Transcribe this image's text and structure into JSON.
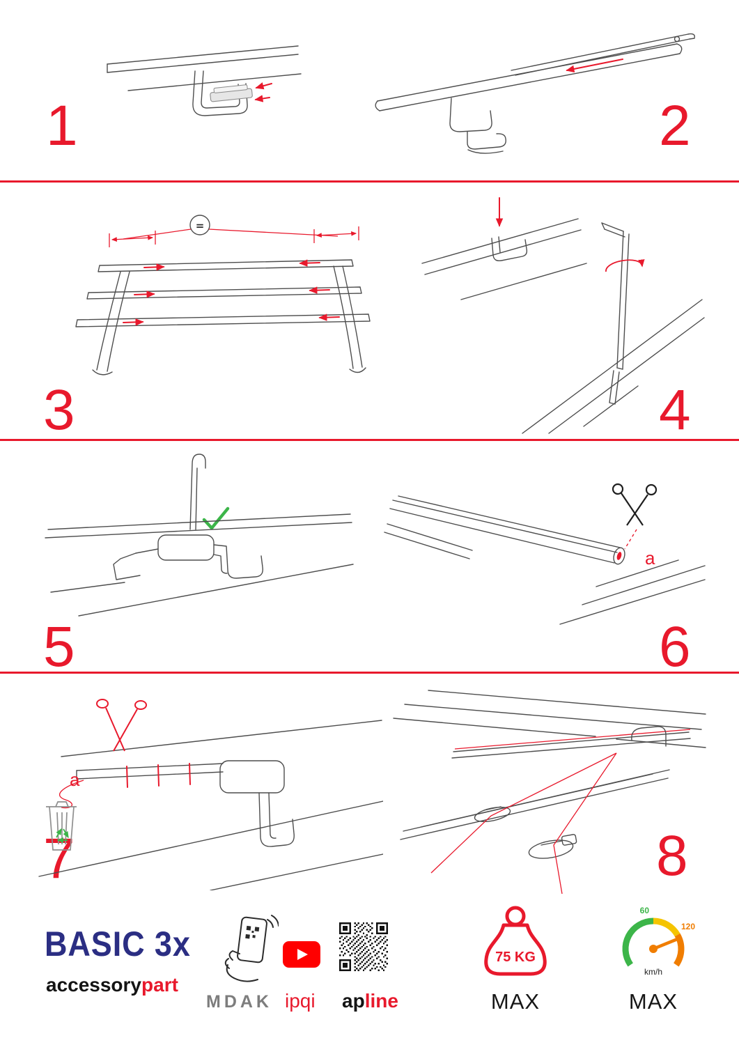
{
  "page": {
    "background": "#ffffff",
    "accent_red": "#e8192c"
  },
  "steps": [
    {
      "number": "1"
    },
    {
      "number": "2"
    },
    {
      "number": "3"
    },
    {
      "number": "4"
    },
    {
      "number": "5"
    },
    {
      "number": "6"
    },
    {
      "number": "7"
    },
    {
      "number": "8"
    }
  ],
  "annotations": {
    "equal_spacing_symbol": "=",
    "cut_label_step6": "a",
    "cut_label_step7": "a"
  },
  "footer": {
    "product_name": "BASIC 3x",
    "brand_name_black": "accessory",
    "brand_name_red": "part",
    "logo_mdak": "MDAK",
    "logo_ipqi": "ipqi",
    "logo_apline_black": "ap",
    "logo_apline_red": "line",
    "max_load": {
      "value": "75 KG",
      "label": "MAX"
    },
    "max_speed": {
      "tick_low": "60",
      "tick_high": "120",
      "unit": "km/h",
      "label": "MAX"
    }
  }
}
